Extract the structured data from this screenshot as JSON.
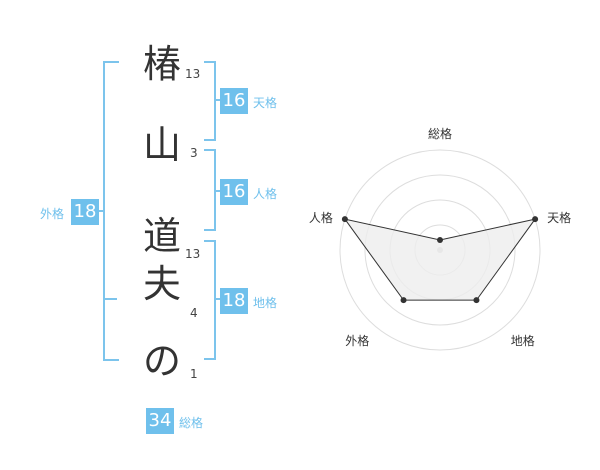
{
  "name": {
    "characters": [
      {
        "char": "椿",
        "strokes": "13"
      },
      {
        "char": "山",
        "strokes": "3"
      },
      {
        "char": "道",
        "strokes": "13"
      },
      {
        "char": "夫",
        "strokes": "4"
      },
      {
        "char": "の",
        "strokes": "1"
      }
    ]
  },
  "fortune": {
    "tenkaku": {
      "value": "16",
      "label": "天格"
    },
    "jinkaku": {
      "value": "16",
      "label": "人格"
    },
    "chikaku": {
      "value": "18",
      "label": "地格"
    },
    "gaikaku": {
      "value": "18",
      "label": "外格"
    },
    "soukaku": {
      "value": "34",
      "label": "総格"
    }
  },
  "chart_data": {
    "type": "radar",
    "axes": [
      "総格",
      "天格",
      "地格",
      "外格",
      "人格"
    ],
    "values": [
      0.1,
      1.0,
      0.62,
      0.62,
      1.0
    ],
    "rings": 4,
    "colors": {
      "fill": "#eeeeee",
      "line": "#333333",
      "grid": "#dddddd"
    }
  }
}
